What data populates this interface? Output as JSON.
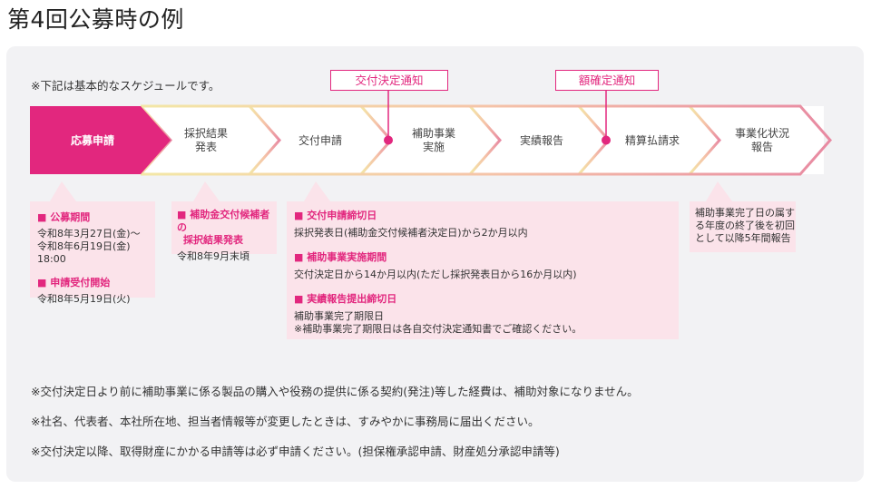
{
  "title": "第4回公募時の例",
  "note_top": "※下記は基本的なスケジュールです。",
  "callouts": [
    "交付決定通知",
    "額確定通知"
  ],
  "stages": [
    {
      "label": "応募申請"
    },
    {
      "label": "採択結果\n発表"
    },
    {
      "label": "交付申請"
    },
    {
      "label": "補助事業\n実施"
    },
    {
      "label": "実績報告"
    },
    {
      "label": "精算払請求"
    },
    {
      "label": "事業化状況\n報告"
    }
  ],
  "info1": {
    "h1": "■ 公募期間",
    "t1": "令和8年3月27日(金)～",
    "t2": "令和8年6月19日(金) 18:00",
    "h2": "■ 申請受付開始",
    "t3": "令和8年5月19日(火)"
  },
  "info2": {
    "h1": "■ 補助金交付候補者の",
    "h1b": "採択結果発表",
    "t1": "令和8年9月末頃"
  },
  "info3": {
    "h1": "■ 交付申請締切日",
    "t1": "採択発表日(補助金交付候補者決定日)から2か月以内",
    "h2": "■ 補助事業実施期間",
    "t2": "交付決定日から14か月以内(ただし採択発表日から16か月以内)",
    "h3": "■ 実績報告提出締切日",
    "t3": "補助事業完了期限日",
    "t4": "※補助事業完了期限日は各自交付決定通知書でご確認ください。"
  },
  "info4": {
    "t1": "補助事業完了日の属す",
    "t2": "る年度の終了後を初回",
    "t3": "として以降5年間報告"
  },
  "notes": [
    "※交付決定日より前に補助事業に係る製品の購入や役務の提供に係る契約(発注)等した経費は、補助対象になりません。",
    "※社名、代表者、本社所在地、担当者情報等が変更したときは、すみやかに事務局に届出ください。",
    "※交付決定以降、取得財産にかかる申請等は必ず申請ください。(担保権承認申請、財産処分承認申請等)"
  ],
  "colors": {
    "accent": "#e2277e",
    "info_bg": "#fbe3ea",
    "panel_bg": "#f2f2f4"
  }
}
